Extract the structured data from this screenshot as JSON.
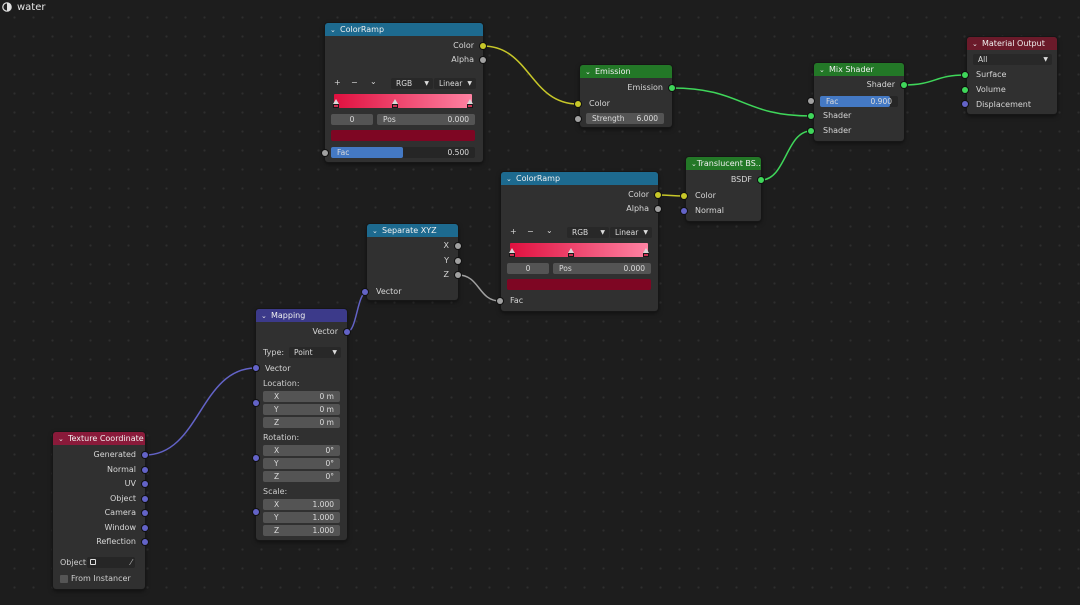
{
  "window": {
    "title": "water"
  },
  "colors": {
    "header_input": "#8a1a3a",
    "header_converter": "#1d6a8f",
    "header_shader": "#237827",
    "header_vector": "#3c3a8a",
    "header_output": "#6b1a2a",
    "socket_color": "#c7c729",
    "socket_shader": "#3fd65a",
    "socket_vector": "#6363c7",
    "socket_float": "#a1a1a1",
    "field_blue": "#4479c4",
    "ramp_swatch": "#7e0623"
  },
  "nodes": {
    "colorramp1": {
      "title": "ColorRamp",
      "outputs": [
        "Color",
        "Alpha"
      ],
      "tools": {
        "add": "+",
        "remove": "−",
        "menu": "⌄"
      },
      "color_mode": "RGB",
      "interpolation": "Linear",
      "index": "0",
      "pos_label": "Pos",
      "pos_value": "0.000",
      "fac_label": "Fac",
      "fac_value": "0.500",
      "fac_fraction": 0.5
    },
    "emission": {
      "title": "Emission",
      "output": "Emission",
      "input_color": "Color",
      "strength_label": "Strength",
      "strength_value": "6.000"
    },
    "mix_shader": {
      "title": "Mix Shader",
      "output": "Shader",
      "fac_label": "Fac",
      "fac_value": "0.900",
      "fac_fraction": 0.9,
      "inputs": [
        "Shader",
        "Shader"
      ]
    },
    "material_output": {
      "title": "Material Output",
      "target": "All",
      "inputs": [
        "Surface",
        "Volume",
        "Displacement"
      ]
    },
    "translucent": {
      "title": "Translucent BS...",
      "output": "BSDF",
      "inputs": [
        "Color",
        "Normal"
      ]
    },
    "colorramp2": {
      "title": "ColorRamp",
      "outputs": [
        "Color",
        "Alpha"
      ],
      "tools": {
        "add": "+",
        "remove": "−",
        "menu": "⌄"
      },
      "color_mode": "RGB",
      "interpolation": "Linear",
      "index": "0",
      "pos_label": "Pos",
      "pos_value": "0.000",
      "input_fac": "Fac"
    },
    "separate_xyz": {
      "title": "Separate XYZ",
      "outputs": [
        "X",
        "Y",
        "Z"
      ],
      "input": "Vector"
    },
    "mapping": {
      "title": "Mapping",
      "output": "Vector",
      "type_label": "Type:",
      "type_value": "Point",
      "input_vector": "Vector",
      "location_label": "Location:",
      "location": [
        {
          "axis": "X",
          "value": "0 m"
        },
        {
          "axis": "Y",
          "value": "0 m"
        },
        {
          "axis": "Z",
          "value": "0 m"
        }
      ],
      "rotation_label": "Rotation:",
      "rotation": [
        {
          "axis": "X",
          "value": "0°"
        },
        {
          "axis": "Y",
          "value": "0°"
        },
        {
          "axis": "Z",
          "value": "0°"
        }
      ],
      "scale_label": "Scale:",
      "scale": [
        {
          "axis": "X",
          "value": "1.000"
        },
        {
          "axis": "Y",
          "value": "1.000"
        },
        {
          "axis": "Z",
          "value": "1.000"
        }
      ]
    },
    "texture_coordinate": {
      "title": "Texture Coordinate",
      "outputs": [
        "Generated",
        "Normal",
        "UV",
        "Object",
        "Camera",
        "Window",
        "Reflection"
      ],
      "object_label": "Object:",
      "from_instancer": "From Instancer"
    }
  }
}
